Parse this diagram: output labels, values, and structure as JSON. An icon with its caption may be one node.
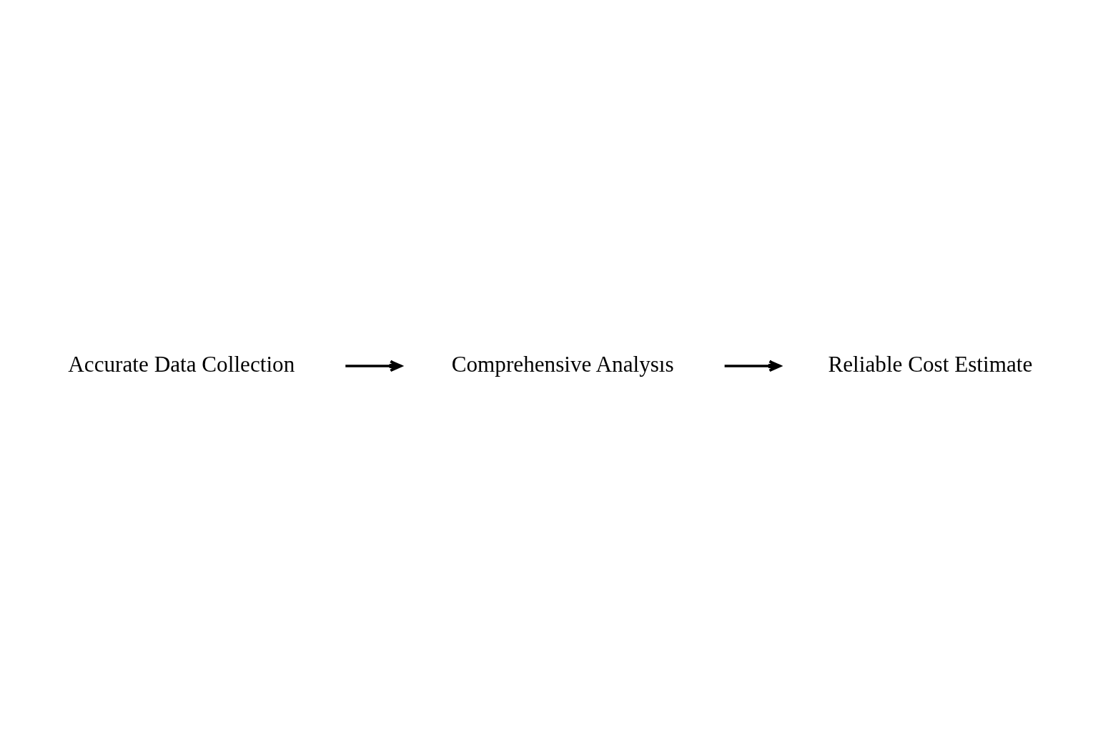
{
  "diagram": {
    "nodes": [
      {
        "text": [
          "Accurate Data Collection"
        ]
      },
      {
        "text": [
          "Comprehensive Analysıs"
        ]
      },
      {
        "text": [
          "Reliable Cost Estimate"
        ]
      }
    ],
    "edges": [
      {
        "from": 0,
        "to": 1,
        "arrow": "to"
      },
      {
        "from": 1,
        "to": 2,
        "arrow": "to"
      }
    ]
  }
}
